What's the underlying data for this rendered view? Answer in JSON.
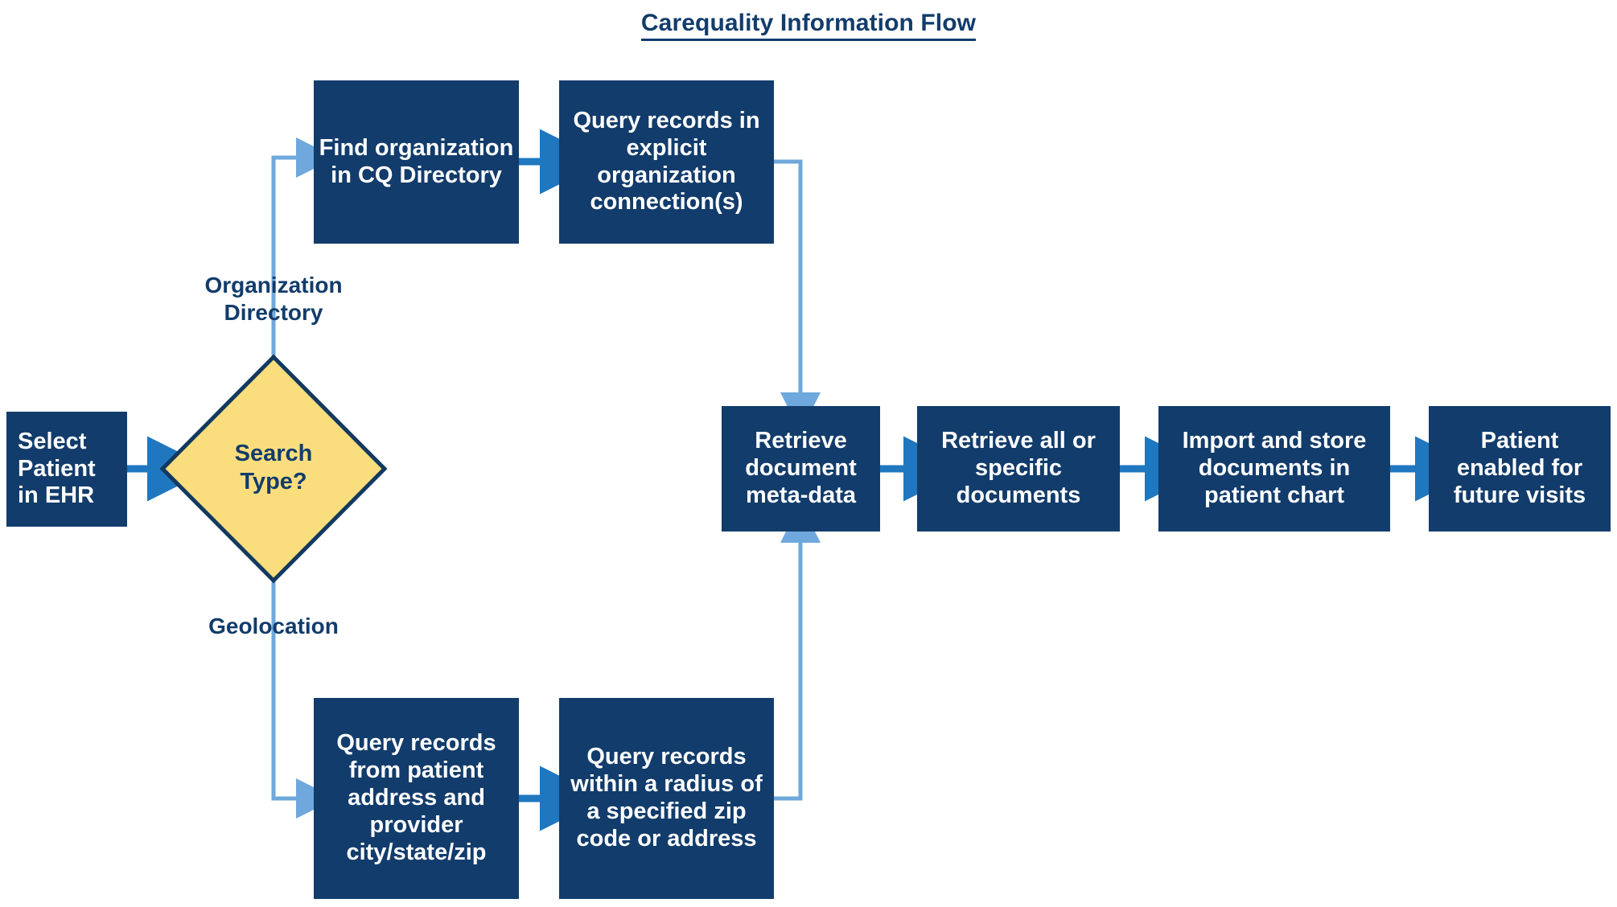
{
  "title": "Carequality Information Flow",
  "colors": {
    "node_fill": "#123C6B",
    "node_text": "#FFFFFF",
    "decision_fill": "#FADE7D",
    "decision_stroke": "#12395F",
    "decision_text": "#123C6B",
    "thick_arrow": "#1F77C0",
    "thin_connector": "#6FA8DC",
    "title_text": "#123C6B",
    "background": "#FFFFFF"
  },
  "nodes": {
    "start": {
      "label": "Select Patient in EHR",
      "shape": "rect"
    },
    "decision": {
      "label": "Search Type?",
      "shape": "diamond"
    },
    "find_org": {
      "label": "Find organization in CQ Directory",
      "shape": "rect"
    },
    "query_explicit": {
      "label": "Query records in explicit organization connection(s)",
      "shape": "rect"
    },
    "query_address": {
      "label": "Query records from patient address and provider city/state/zip",
      "shape": "rect"
    },
    "query_radius": {
      "label": "Query records within a radius of a specified zip code or address",
      "shape": "rect"
    },
    "retrieve_meta": {
      "label": "Retrieve document meta-data",
      "shape": "rect"
    },
    "retrieve_docs": {
      "label": "Retrieve all or specific documents",
      "shape": "rect"
    },
    "import_store": {
      "label": "Import and store documents in patient chart",
      "shape": "rect"
    },
    "patient_enabled": {
      "label": "Patient enabled for future visits",
      "shape": "rect"
    }
  },
  "branch_labels": {
    "organization_directory": "Organization Directory",
    "geolocation": "Geolocation"
  },
  "edges": [
    {
      "from": "start",
      "to": "decision",
      "style": "thick-arrow",
      "direction": "right"
    },
    {
      "from": "decision",
      "to": "find_org",
      "style": "thin-elbow",
      "label": "Organization Directory",
      "direction": "up-right"
    },
    {
      "from": "find_org",
      "to": "query_explicit",
      "style": "thick-arrow",
      "direction": "right"
    },
    {
      "from": "query_explicit",
      "to": "retrieve_meta",
      "style": "thin-elbow",
      "direction": "down"
    },
    {
      "from": "decision",
      "to": "query_address",
      "style": "thin-elbow",
      "label": "Geolocation",
      "direction": "down-right"
    },
    {
      "from": "query_address",
      "to": "query_radius",
      "style": "thick-arrow",
      "direction": "right"
    },
    {
      "from": "query_radius",
      "to": "retrieve_meta",
      "style": "thin-elbow",
      "direction": "up"
    },
    {
      "from": "retrieve_meta",
      "to": "retrieve_docs",
      "style": "thick-arrow",
      "direction": "right"
    },
    {
      "from": "retrieve_docs",
      "to": "import_store",
      "style": "thick-arrow",
      "direction": "right"
    },
    {
      "from": "import_store",
      "to": "patient_enabled",
      "style": "thick-arrow",
      "direction": "right"
    }
  ]
}
